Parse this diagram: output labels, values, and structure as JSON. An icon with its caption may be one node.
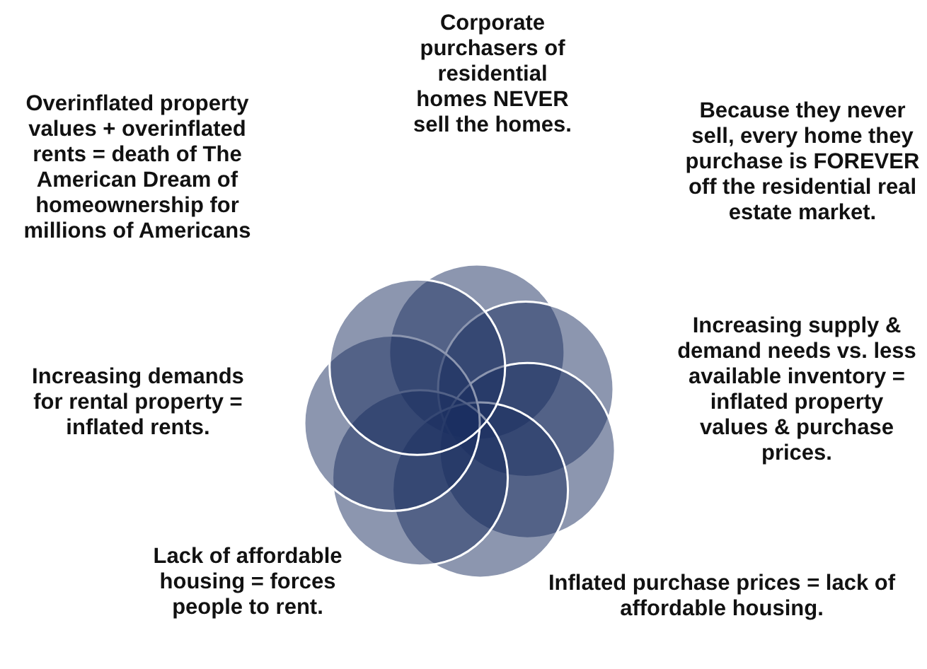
{
  "diagram": {
    "labels": [
      "Corporate purchasers of residential homes NEVER sell the homes.",
      "Because they never sell, every home they purchase is FOREVER off the residential real estate market.",
      "Increasing supply & demand needs vs. less available inventory = inflated property values & purchase prices.",
      "Inflated purchase prices = lack of affordable housing.",
      "Lack of affordable housing = forces people to rent.",
      "Increasing demands for rental property = inflated rents.",
      "Overinflated property values + overinflated rents = death of The American Dream of homeownership for millions of Americans"
    ]
  }
}
